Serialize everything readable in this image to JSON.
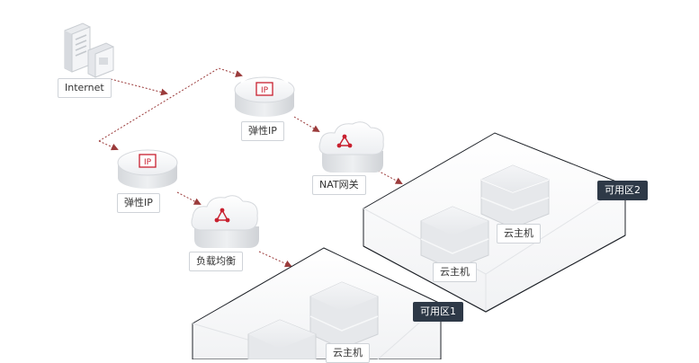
{
  "nodes": {
    "internet": "Internet",
    "eip_top": "弹性IP",
    "eip_left": "弹性IP",
    "nat": "NAT网关",
    "lb": "负载均衡",
    "zone2_label": "可用区2",
    "zone1_label": "可用区1",
    "vm_zone2_back": "云主机",
    "vm_zone2_front": "云主机",
    "vm_zone1_back": "云主机"
  },
  "badges": {
    "ip": "IP"
  },
  "colors": {
    "accent": "#c8202f",
    "zone_tag": "#2e3947",
    "line": "#9b3b3b"
  }
}
